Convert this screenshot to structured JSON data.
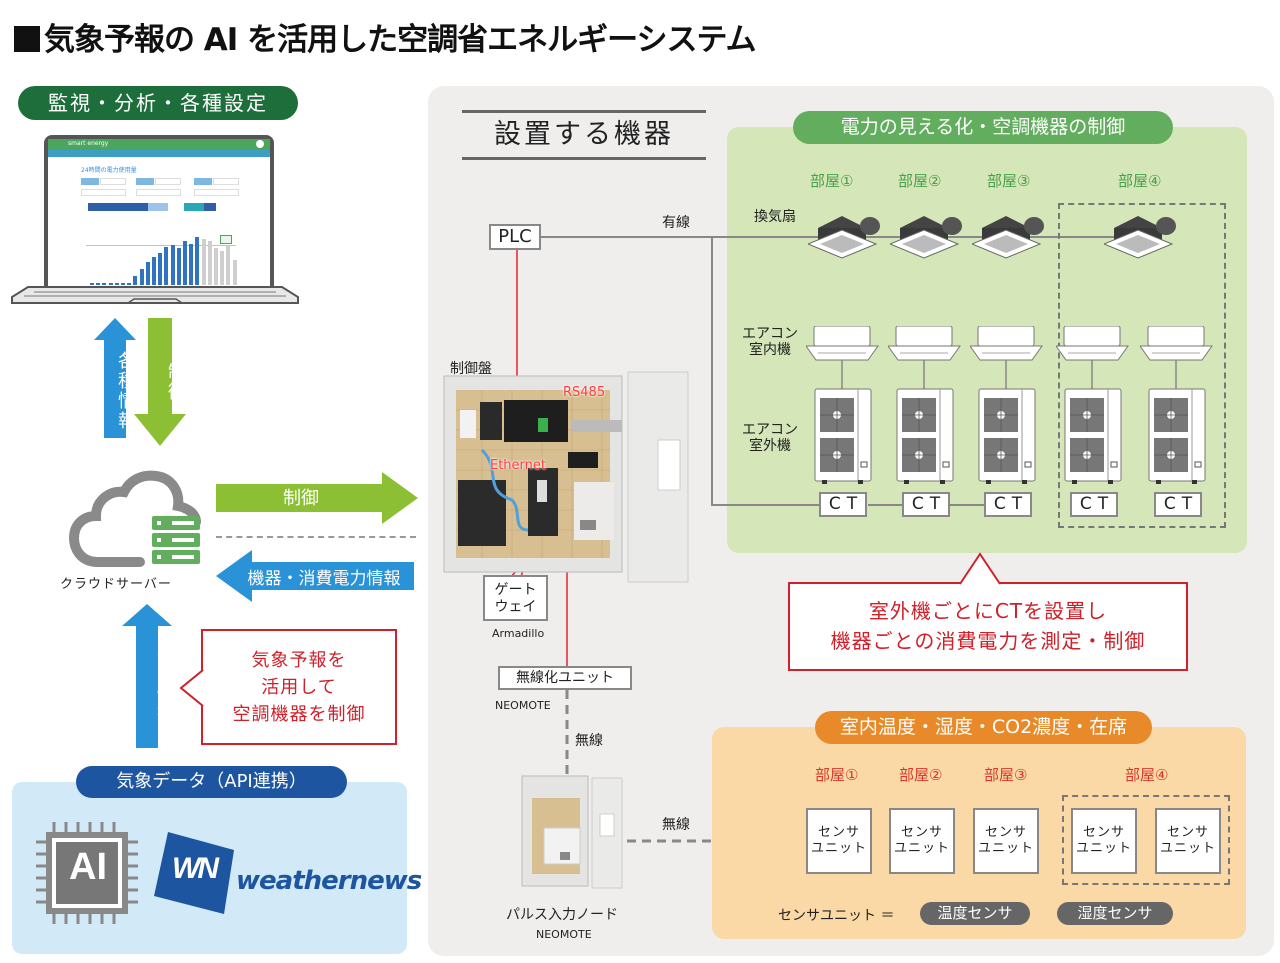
{
  "title": "気象予報の AI を活用した空調省エネルギーシステム",
  "monitoring": {
    "label": "監視・分析・各種設定",
    "screen": {
      "app_name": "smart energy",
      "heading": "24時間の電力使用量"
    }
  },
  "arrows": {
    "up_info": "各種情報",
    "down_control": "制御",
    "right_control": "制御",
    "left_info": "機器・消費電力情報",
    "weather_info": "気象情報"
  },
  "cloud": {
    "label": "クラウドサーバー"
  },
  "callout_left": {
    "lines": [
      "気象予報を",
      "活用して",
      "空調機器を制御"
    ]
  },
  "weather": {
    "label": "気象データ（API連携）",
    "ai_logo": "AI",
    "wn_logo": "WN",
    "wn_word": "weathernews"
  },
  "equipment": {
    "title": "設置する機器",
    "plc": "PLC",
    "wired": "有線",
    "control_panel": "制御盤",
    "rs485": "RS485",
    "ethernet": "Ethernet",
    "gateway": {
      "line1": "ゲート",
      "line2": "ウェイ",
      "maker": "Armadillo"
    },
    "wireless_unit": {
      "label": "無線化ユニット",
      "maker": "NEOMOTE"
    },
    "wireless1": "無線",
    "wireless2": "無線",
    "pulse_node": {
      "label": "パルス入力ノード",
      "maker": "NEOMOTE"
    }
  },
  "power": {
    "label": "電力の見える化・空調機器の制御",
    "rooms": [
      "部屋①",
      "部屋②",
      "部屋③",
      "部屋④"
    ],
    "fan_label": "換気扇",
    "indoor_label": [
      "エアコン",
      "室内機"
    ],
    "outdoor_label": [
      "エアコン",
      "室外機"
    ],
    "ct": [
      "CT",
      "CT",
      "CT",
      "CT",
      "CT"
    ]
  },
  "callout_right": {
    "lines": [
      "室外機ごとにCTを設置し",
      "機器ごとの消費電力を測定・制御"
    ]
  },
  "sensor": {
    "label": "室内温度・湿度・CO2濃度・在席",
    "rooms": [
      "部屋①",
      "部屋②",
      "部屋③",
      "部屋④"
    ],
    "unit_line1": "センサ",
    "unit_line2": "ユニット",
    "legend_prefix": "センサユニット ＝",
    "legend_items": [
      "温度センサ",
      "湿度センサ"
    ]
  },
  "colors": {
    "green_dark": "#1e6e3c",
    "green_arrow": "#8cbf34",
    "blue_arrow": "#2a92d6",
    "navy": "#1d55a0",
    "red": "#d0202a",
    "orange": "#e88a2a"
  }
}
